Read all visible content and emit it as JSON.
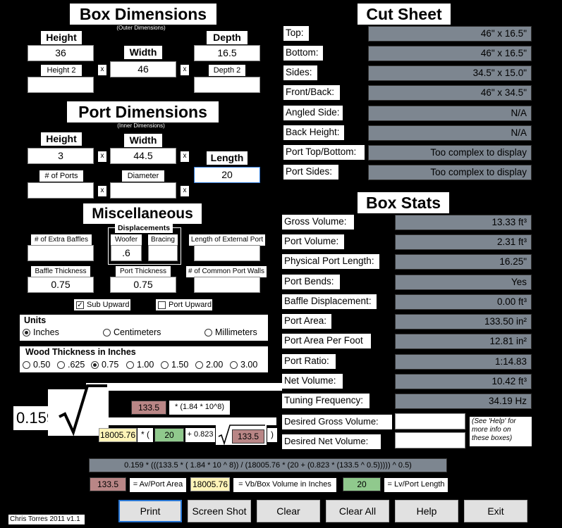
{
  "box_dimensions": {
    "title": "Box Dimensions",
    "subtitle": "(Outer Dimensions)",
    "height_label": "Height",
    "height": "36",
    "width_label": "Width",
    "width": "46",
    "depth_label": "Depth",
    "depth": "16.5",
    "height2_label": "Height 2",
    "height2": "",
    "depth2_label": "Depth 2",
    "depth2": "",
    "x": "x"
  },
  "port_dimensions": {
    "title": "Port Dimensions",
    "subtitle": "(Inner Dimensions)",
    "height_label": "Height",
    "height": "3",
    "width_label": "Width",
    "width": "44.5",
    "length_label": "Length",
    "length": "20",
    "num_ports_label": "# of Ports",
    "num_ports": "",
    "diameter_label": "Diameter",
    "diameter": ""
  },
  "misc": {
    "title": "Miscellaneous",
    "extra_baffles_label": "# of Extra Baffles",
    "extra_baffles": "",
    "displacements_label": "Displacements",
    "woofer_label": "Woofer",
    "woofer": ".6",
    "bracing_label": "Bracing",
    "bracing": "",
    "ext_port_label": "Length of External Port",
    "ext_port": "",
    "baffle_thickness_label": "Baffle Thickness",
    "baffle_thickness": "0.75",
    "port_thickness_label": "Port Thickness",
    "port_thickness": "0.75",
    "common_walls_label": "# of Common Port Walls",
    "common_walls": "",
    "sub_upward_label": "Sub Upward",
    "port_upward_label": "Port Upward"
  },
  "units": {
    "title": "Units",
    "options": [
      "Inches",
      "Centimeters",
      "Millimeters"
    ],
    "selected": "Inches"
  },
  "wood": {
    "title": "Wood Thickness in Inches",
    "options": [
      "0.50",
      ".625",
      "0.75",
      "1.00",
      "1.50",
      "2.00",
      "3.00"
    ],
    "selected": "0.75"
  },
  "formula": {
    "coef": "0.159",
    "av": "133.5",
    "numerator_rest": "* (1.84 * 10^8)",
    "vb": "18005.76",
    "star_paren": "* (",
    "lv": "20",
    "plus": "+ 0.823",
    "sqrt_av": "133.5",
    "close": ")",
    "expression": "0.159 * (((133.5 * ( 1.84 * 10 ^ 8)) / (18005.76 * (20 + (0.823 * (133.5 ^ 0.5))))) ^ 0.5)",
    "legend_av_label": "= Av/Port Area",
    "legend_vb_label": "= Vb/Box Volume in Inches",
    "legend_lv_label": "= Lv/Port Length"
  },
  "cut_sheet": {
    "title": "Cut Sheet",
    "rows": [
      {
        "label": "Top:",
        "value": "46\" x 16.5\""
      },
      {
        "label": "Bottom:",
        "value": "46\" x 16.5\""
      },
      {
        "label": "Sides:",
        "value": "34.5\" x 15.0\""
      },
      {
        "label": "Front/Back:",
        "value": "46\" x 34.5\""
      },
      {
        "label": "Angled Side:",
        "value": "N/A"
      },
      {
        "label": "Back Height:",
        "value": "N/A"
      },
      {
        "label": "Port Top/Bottom:",
        "value": "Too complex to display"
      },
      {
        "label": "Port Sides:",
        "value": "Too complex to display"
      }
    ]
  },
  "box_stats": {
    "title": "Box Stats",
    "rows": [
      {
        "label": "Gross Volume:",
        "value": "13.33 ft³"
      },
      {
        "label": "Port Volume:",
        "value": "2.31 ft³"
      },
      {
        "label": "Physical Port Length:",
        "value": "16.25\""
      },
      {
        "label": "Port Bends:",
        "value": "Yes"
      },
      {
        "label": "Baffle Displacement:",
        "value": "0.00 ft³"
      },
      {
        "label": "Port Area:",
        "value": "133.50 in²"
      },
      {
        "label": "Port Area Per Foot",
        "value": "12.81 in²"
      },
      {
        "label": "Port Ratio:",
        "value": "1:14.83"
      },
      {
        "label": "Net Volume:",
        "value": "10.42 ft³"
      },
      {
        "label": "Tuning Frequency:",
        "value": "34.19 Hz"
      }
    ],
    "desired_gross_label": "Desired Gross Volume:",
    "desired_gross": "",
    "desired_net_label": "Desired Net Volume:",
    "desired_net": "",
    "help_note": "(See 'Help' for more info on these boxes)"
  },
  "buttons": {
    "print": "Print",
    "screenshot": "Screen Shot",
    "clear": "Clear",
    "clear_all": "Clear All",
    "help": "Help",
    "exit": "Exit"
  },
  "credit": "Chris Torres 2011 v1.1"
}
